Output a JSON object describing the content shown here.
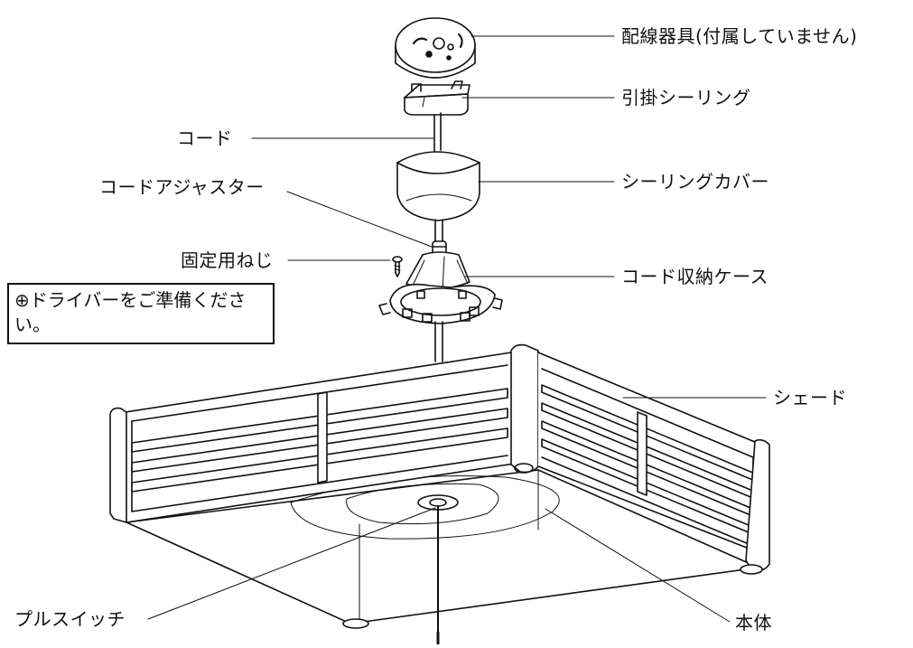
{
  "labels": {
    "wiring": "配線器具(付属していません)",
    "hook_ceiling": "引掛シーリング",
    "cord": "コード",
    "ceiling_cover": "シーリングカバー",
    "cord_adjuster": "コードアジャスター",
    "fixing_screw": "固定用ねじ",
    "cord_storage_case": "コード収納ケース",
    "shade": "シェード",
    "pull_switch": "プルスイッチ",
    "body": "本体"
  },
  "note": "⊕ドライバーをご準備ください。"
}
